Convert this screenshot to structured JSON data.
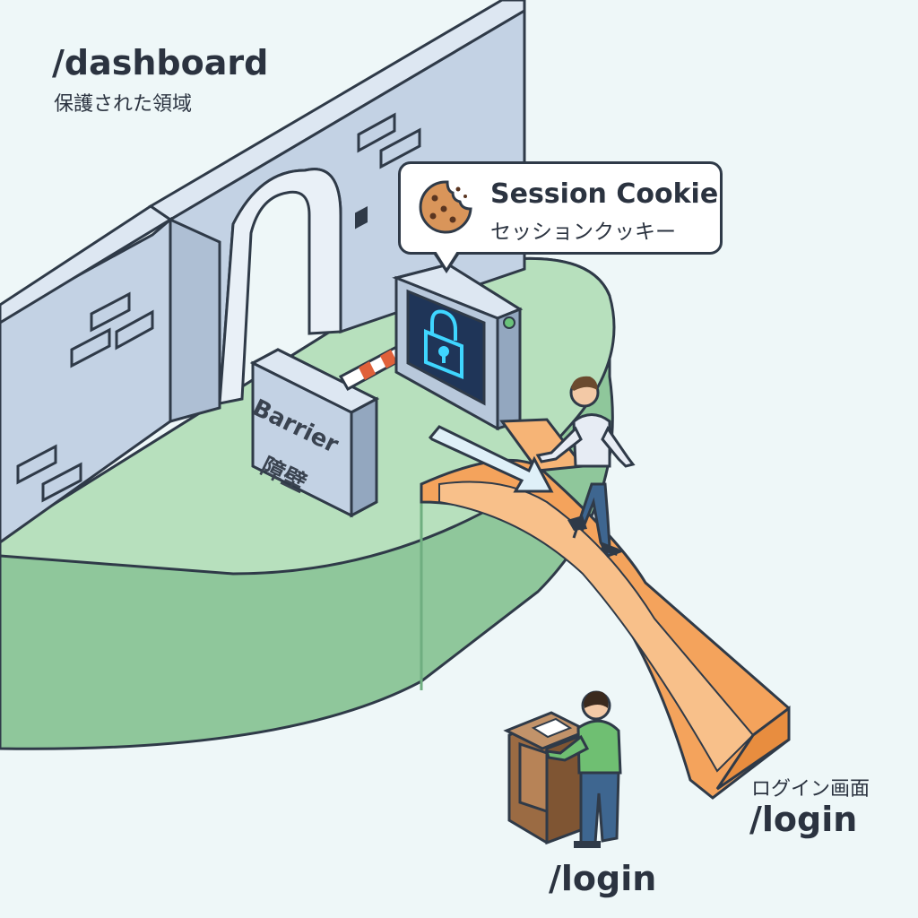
{
  "protected_area": {
    "path": "/dashboard",
    "caption": "保護された領域"
  },
  "session_cookie": {
    "title": "Session Cookie",
    "subtitle": "セッションクッキー",
    "icon": "cookie-icon"
  },
  "gate": {
    "icon": "lock-icon",
    "accent": "#3fd6ff"
  },
  "barrier": {
    "label_en": "Barrier",
    "label_ja": "障壁"
  },
  "login_screen": {
    "caption": "ログイン画面",
    "path": "/login"
  },
  "podium": {
    "path": "/login"
  },
  "colors": {
    "wall": "#c3d2e4",
    "platform": "#9fd2a8",
    "slide": "#f4a35c",
    "outline": "#2f3a48"
  }
}
